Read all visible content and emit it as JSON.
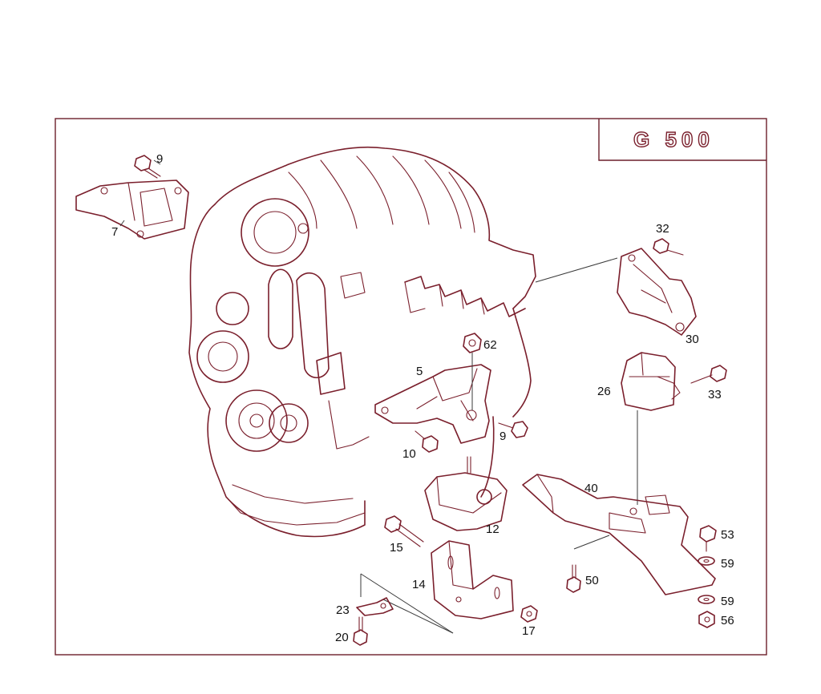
{
  "model_badge": "G 500",
  "parts": {
    "p7": "7",
    "p9a": "9",
    "p32": "32",
    "p30": "30",
    "p62": "62",
    "p5": "5",
    "p26": "26",
    "p33": "33",
    "p9b": "9",
    "p10": "10",
    "p40": "40",
    "p12": "12",
    "p53": "53",
    "p15": "15",
    "p59a": "59",
    "p50": "50",
    "p14": "14",
    "p59b": "59",
    "p23": "23",
    "p17": "17",
    "p56": "56",
    "p20": "20"
  }
}
